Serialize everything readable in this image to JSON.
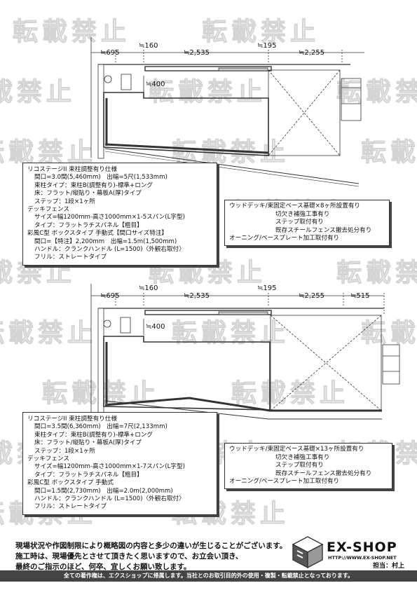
{
  "watermark": {
    "text": "転載禁止"
  },
  "plan1": {
    "dims_top": [
      "≒695",
      "≒160",
      "≒2,535",
      "≒195",
      "≒2,255"
    ],
    "dim_side": "≒400",
    "spec": {
      "lines": [
        "リコステージII 束柱調整有り仕様",
        "間口=3.0間(5,460mm)　出幅=5尺(1,533mm)",
        "束柱タイプ：束柱B(調整有り)-標準+ロング",
        "床：フラット/縦貼り・幕板A(厚)タイプ",
        "ステップ：1段×1ヶ所",
        "デッキフェンス",
        "サイズ=幅1200mm-高さ1000mm×1-5スパン(L字型)",
        "タイプ：フラットラチスパネル【粗目】",
        "彩風C型 ボックスタイプ 手動式【間口サイズ特注】",
        "間口=【特注】2,200mm　出幅=1.5m(1,500mm)",
        "ハンドル：クランクハンドル (L=1500)〈外観右取付〉",
        "フリル：ストレートタイプ"
      ]
    },
    "work": [
      "ウッドデッキ/束固定ベース基礎×8ヶ所設置有り",
      "切欠き補強工事有り",
      "ステップ取付有り",
      "既存スチールフェンス撤去処分有り",
      "オーニング/ベースプレート加工取付有り"
    ]
  },
  "plan2": {
    "dims_top": [
      "≒695",
      "≒160",
      "≒2,535",
      "≒195",
      "≒2,255",
      "≒515"
    ],
    "dim_side": "≒400",
    "spec": {
      "lines": [
        "リコステージII 束柱調整有り仕様",
        "間口=3.5間(6,360mm)　出幅=7尺(2,133mm)",
        "束柱タイプ：束柱B(調整有り)-標準+ロング",
        "床：フラット/縦貼り・幕板A(厚)タイプ",
        "ステップ：1段×1ヶ所",
        "デッキフェンス",
        "サイズ=幅1200mm-高さ1000mm×1-7スパン(L字型)",
        "タイプ：フラットラチスパネル【粗目】",
        "彩風C型 ボックスタイプ 手動式",
        "間口=1.5間(2,730mm)　出幅=2.0m(2,000mm)",
        "ハンドル：クランクハンドル (L=1500)〈外観右取付〉",
        "フリル：ストレートタイプ"
      ]
    },
    "work": [
      "ウッドデッキ/束固定ベース基礎×13ヶ所設置有り",
      "切欠き補強工事有り",
      "ステップ取付有り",
      "既存スチールフェンス撤去処分有り",
      "オーニング/ベースプレート加工取付有り"
    ]
  },
  "notice": [
    "現場状況や作図制限により概略図の内容と多少の違いが生じることがございます。",
    "施工時は、現場優先とさせて頂きたく思いますので、お立会い頂き、",
    "最終のご指示のほど、何卒、宜しくお願い致します。"
  ],
  "brand": {
    "name": "EX-SHOP",
    "url": "HTTP://WWW.EX-SHOP.NET",
    "staff": "担当：村上"
  },
  "footer": "全ての著作権は、エクスショップに帰属します。当社とのお取引目的外の使用・複製・転載禁止となっております。"
}
